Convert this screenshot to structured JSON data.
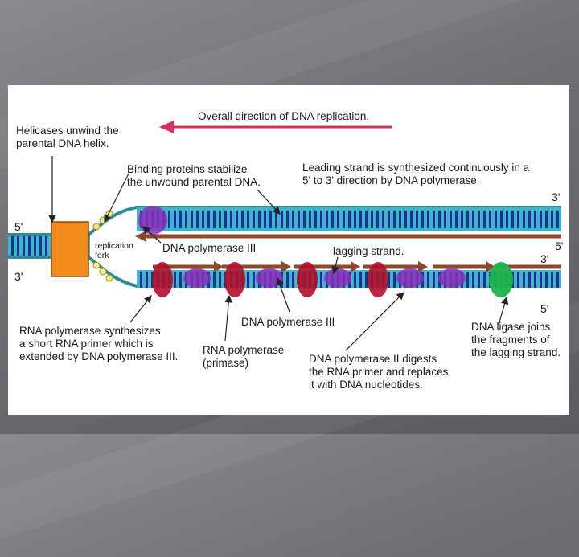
{
  "labels": {
    "overall": "Overall direction of DNA replication.",
    "helicases": "Helicases unwind the\nparental DNA helix.",
    "binding": "Binding proteins stabilize\nthe unwound parental DNA.",
    "leading": "Leading strand is synthesized continuously in a\n5' to 3' direction by DNA polymerase.",
    "pol3_top": "DNA polymerase III",
    "lagging": "lagging strand.",
    "fork": "replication\nfork",
    "rna_pol_synth": "RNA polymerase synthesizes\na short RNA primer which is\nextended by DNA polymerase III.",
    "rna_pol": "RNA polymerase\n(primase)",
    "pol3_bottom": "DNA polymerase III",
    "pol2": "DNA polymerase II digests\nthe RNA primer and replaces\nit with DNA nucleotides.",
    "ligase": "DNA ligase joins\nthe fragments of\nthe lagging strand."
  },
  "strand_ends": {
    "left_5": "5'",
    "left_3": "3'",
    "top_3": "3'",
    "mid_5": "5'",
    "mid_3": "3'",
    "bottom_5": "5'"
  },
  "colors": {
    "backbone_teal": "#3fb6c4",
    "base_blue": "#1d2f9e",
    "new_strand": "#8b4a2b",
    "helicase": "#f28a1c",
    "polymerase_red": "#b0102a",
    "polymerase_purple": "#8a2fb8",
    "ligase_green": "#1fb34a",
    "arrow_pink": "#d6335a",
    "binding_protein": "#f2e97a"
  }
}
